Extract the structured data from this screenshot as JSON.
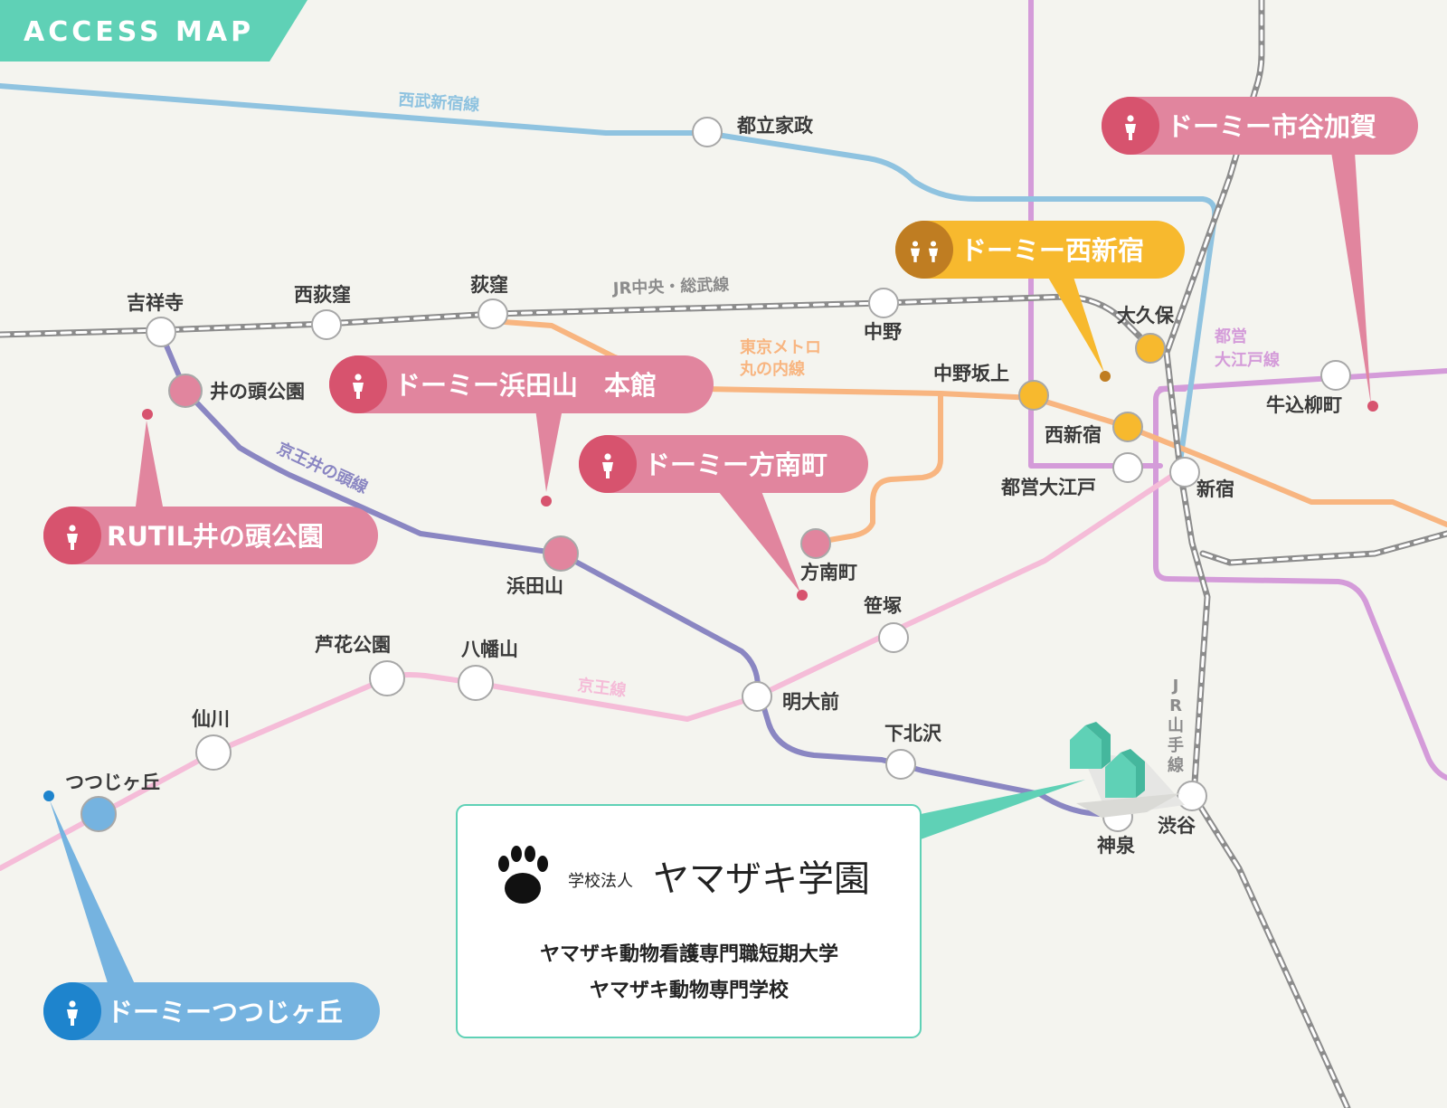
{
  "header": {
    "title": "ACCESS MAP"
  },
  "colors": {
    "background": "#f4f4ef",
    "header": "#5fd1b6",
    "seibu": "#8fc3e0",
    "jr": "#8c8c8c",
    "marunouchi": "#f8b580",
    "keio_inokashira": "#8a86c2",
    "keio": "#f5bcd8",
    "oedo": "#d49bd9",
    "dorm_pink": "#e1859e",
    "dorm_pink_dark": "#d7536e",
    "dorm_orange": "#f7b92e",
    "dorm_orange_dark": "#bf7d22",
    "dorm_blue": "#75b3e0",
    "dorm_blue_dark": "#1e84cd",
    "building": "#5fd1b6"
  },
  "lines": {
    "seibu_shinjuku": "西武新宿線",
    "jr_chuo_sobu": "JR中央・総武線",
    "marunouchi_1": "東京メトロ",
    "marunouchi_2": "丸の内線",
    "keio_inokashira": "京王井の頭線",
    "keio": "京王線",
    "oedo_1": "都営",
    "oedo_2": "大江戸線",
    "yamanote_chars": [
      "J",
      "R",
      "山",
      "手",
      "線"
    ]
  },
  "stations": {
    "toritsu_kasei": "都立家政",
    "kichijoji": "吉祥寺",
    "nishiogikubo": "西荻窪",
    "ogikubo": "荻窪",
    "nakano": "中野",
    "okubo": "大久保",
    "inokashira_koen": "井の頭公園",
    "nakano_sakaue": "中野坂上",
    "nishi_shinjuku": "西新宿",
    "toei_oedo": "都営大江戸",
    "shinjuku": "新宿",
    "ushigome_yanagicho": "牛込柳町",
    "hamadayama": "浜田山",
    "honancho": "方南町",
    "sasazuka": "笹塚",
    "meidaimae": "明大前",
    "rokakoen": "芦花公園",
    "hachimanyama": "八幡山",
    "sengawa": "仙川",
    "tsutsujigaoka": "つつじヶ丘",
    "shimokitazawa": "下北沢",
    "shinsen": "神泉",
    "shibuya": "渋谷"
  },
  "dorms": {
    "ichigaya_kaga": "ドーミー市谷加賀",
    "nishi_shinjuku": "ドーミー西新宿",
    "hamadayama_honkan": "ドーミー浜田山　本館",
    "honancho": "ドーミー方南町",
    "rutil_inokashira": "RUTIL井の頭公園",
    "tsutsujigaoka": "ドーミーつつじヶ丘"
  },
  "icons": {
    "female": "female-person-icon",
    "couple": "male-female-icon",
    "paw": "paw-print-icon",
    "building": "school-building-icon"
  },
  "school": {
    "corp_label": "学校法人",
    "name": "ヤマザキ学園",
    "college": "ヤマザキ動物看護専門職短期大学",
    "vocational": "ヤマザキ動物専門学校"
  }
}
